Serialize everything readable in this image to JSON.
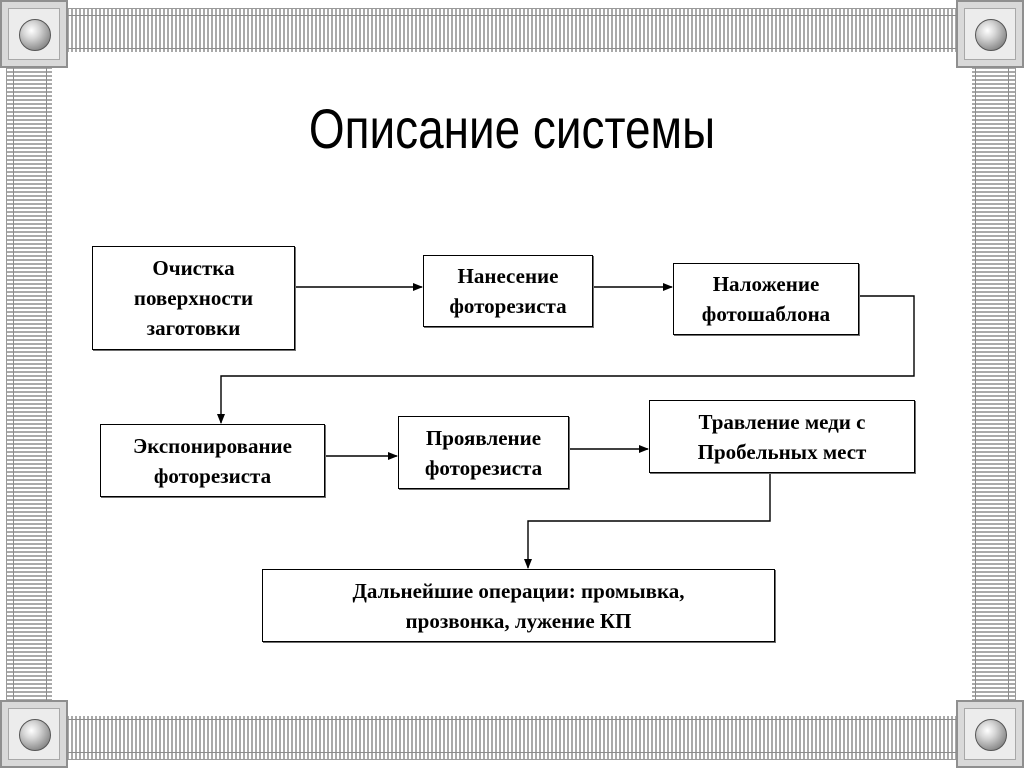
{
  "title": "Описание системы",
  "steps": [
    {
      "label": "Очистка поверхности заготовки"
    },
    {
      "label": "Нанесение фоторезиста"
    },
    {
      "label": "Наложение фотошаблона"
    },
    {
      "label": "Экспонирование фоторезиста"
    },
    {
      "label": "Проявление фоторезиста"
    },
    {
      "label": "Травление меди с Пробельных мест"
    },
    {
      "label": "Дальнейшие операции: промывка, прозвонка, лужение КП"
    }
  ],
  "colors": {
    "frame_dark": "#8c8c8c",
    "frame_light": "#ffffff",
    "text": "#000000"
  }
}
